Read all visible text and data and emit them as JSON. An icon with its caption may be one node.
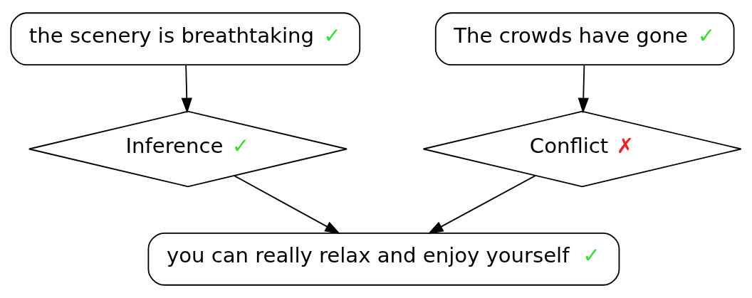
{
  "diagram": {
    "nodes": [
      {
        "text": [
          "the scenery is breathtaking ✓"
        ]
      },
      {
        "text": [
          "The crowds have gone ✓"
        ]
      },
      {
        "text": [
          "Inference ✓"
        ]
      },
      {
        "text": [
          "Conflict ✗"
        ]
      },
      {
        "text": [
          "you can really relax and enjoy yourself ✓"
        ]
      }
    ],
    "edges": [
      {
        "from": 0,
        "to": 2,
        "arrow": "to"
      },
      {
        "from": 1,
        "to": 3,
        "arrow": "to"
      },
      {
        "from": 2,
        "to": 4,
        "arrow": "to"
      },
      {
        "from": 3,
        "to": 4,
        "arrow": "to"
      }
    ]
  }
}
